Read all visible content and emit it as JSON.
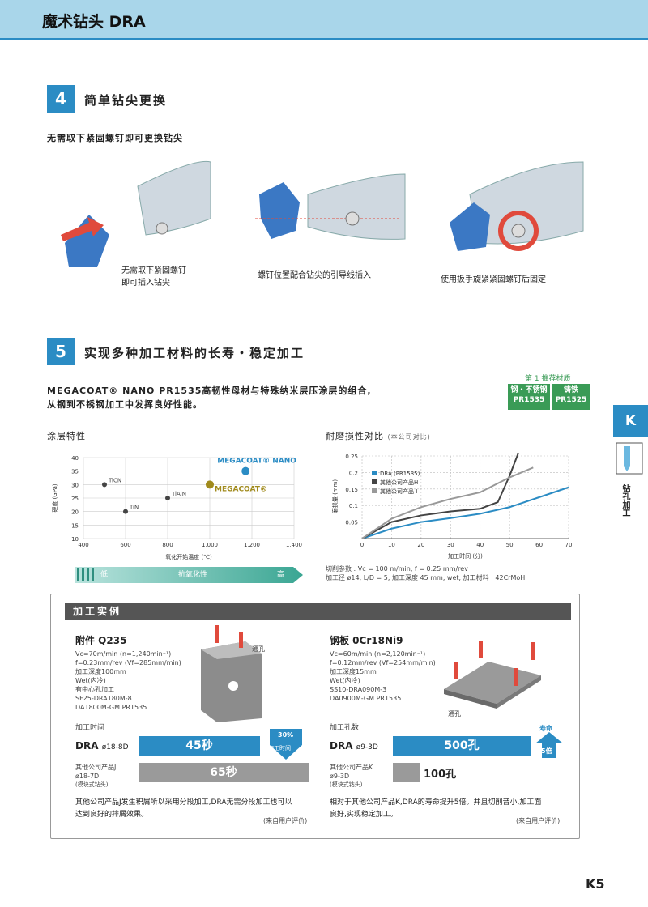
{
  "header": {
    "title": "魔术钻头 DRA"
  },
  "section4": {
    "num": "4",
    "title": "简单钻尖更换",
    "subtitle": "无需取下紧固螺钉即可更换钻尖",
    "captions": [
      "无需取下紧固螺钉",
      "即可插入钻尖",
      "螺钉位置配合钻尖的引导线插入",
      "使用扳手旋紧紧固螺钉后固定"
    ]
  },
  "section5": {
    "num": "5",
    "title": "实现多种加工材料的长寿・稳定加工",
    "desc1": "MEGACOAT® NANO PR1535高韧性母材与特殊纳米层压涂层的组合,",
    "desc2": "从钢到不锈钢加工中发挥良好性能。",
    "rec_label": "第 1 推荐材质",
    "rec": [
      {
        "top": "钢・不锈钢",
        "bottom": "PR1535"
      },
      {
        "top": "铸铁",
        "bottom": "PR1525"
      }
    ]
  },
  "side": {
    "tab": "K",
    "text": "钻孔加工"
  },
  "chart_data": [
    {
      "type": "scatter",
      "title": "涂层特性",
      "xlabel": "氧化开始温度 (℃)",
      "ylabel": "硬度 (GPa)",
      "xlim": [
        400,
        1400
      ],
      "ylim": [
        10,
        40
      ],
      "xticks": [
        "400",
        "600",
        "800",
        "1,000",
        "1,200",
        "1,400"
      ],
      "yticks": [
        "10",
        "15",
        "20",
        "25",
        "30",
        "35",
        "40"
      ],
      "points": [
        {
          "name": "TiCN",
          "x": 500,
          "y": 30
        },
        {
          "name": "TiN",
          "x": 600,
          "y": 20
        },
        {
          "name": "TiAlN",
          "x": 800,
          "y": 25
        },
        {
          "name": "MEGACOAT®",
          "x": 1000,
          "y": 30
        },
        {
          "name": "MEGACOAT® NANO",
          "x": 1170,
          "y": 35
        }
      ],
      "colors": {
        "TiCN": "#444444",
        "TiN": "#444444",
        "TiAlN": "#444444",
        "MEGACOAT®": "#a08a1c",
        "MEGACOAT® NANO": "#2b8cc4"
      }
    },
    {
      "type": "line",
      "title": "耐磨损性对比",
      "subtitle": "(本公司对比)",
      "xlabel": "加工时间 (分)",
      "ylabel": "磨损量 (mm)",
      "xlim": [
        0,
        70
      ],
      "ylim": [
        0,
        0.25
      ],
      "xticks": [
        "0",
        "10",
        "20",
        "30",
        "40",
        "50",
        "60",
        "70"
      ],
      "yticks": [
        "0.05",
        "0.1",
        "0.15",
        "0.2",
        "0.25"
      ],
      "series": [
        {
          "name": "DRA (PR1535)",
          "color": "#2b8cc4",
          "x": [
            0,
            10,
            20,
            30,
            40,
            50,
            60,
            70
          ],
          "y": [
            0,
            0.03,
            0.05,
            0.062,
            0.075,
            0.095,
            0.125,
            0.155
          ]
        },
        {
          "name": "其他公司产品H",
          "color": "#444444",
          "x": [
            0,
            10,
            20,
            30,
            40,
            46,
            50,
            53
          ],
          "y": [
            0,
            0.05,
            0.07,
            0.082,
            0.09,
            0.11,
            0.19,
            0.26
          ]
        },
        {
          "name": "其他公司产品 I",
          "color": "#999999",
          "x": [
            0,
            10,
            20,
            30,
            40,
            50,
            58
          ],
          "y": [
            0,
            0.06,
            0.095,
            0.12,
            0.14,
            0.185,
            0.215
          ]
        }
      ]
    }
  ],
  "oxidation": {
    "low": "低",
    "mid": "抗氧化性",
    "high": "高"
  },
  "cond": [
    "切削参数 : Vc = 100 m/min, f = 0.25 mm/rev",
    "加工径 ø14, L/D = 5, 加工深度 45 mm, wet, 加工材料 : 42CrMoH"
  ],
  "example": {
    "title": "加工实例",
    "left": {
      "title": "附件 Q235",
      "params": [
        "Vc=70m/min (n=1,240min⁻¹)",
        "f=0.23mm/rev (Vf=285mm/min)",
        "加工深度100mm",
        "Wet(内冷)",
        "有中心孔加工",
        "SF25-DRA180M-8",
        "DA1800M-GM PR1535"
      ],
      "through": "通孔",
      "metric": "加工时间",
      "dra": "DRA",
      "dra_sub": "ø18-8D",
      "dra_val": "45秒",
      "other1": "其他公司产品J",
      "other2": "ø18-7D",
      "other3": "(模块式钻头)",
      "other_val": "65秒",
      "badge_pct": "30%",
      "badge_txt": "加工时间",
      "note1": "其他公司产品J发生积屑所以采用分段加工,DRA无需分段加工也可以",
      "note2": "达到良好的排屑效果。",
      "eval": "(来自用户评价)"
    },
    "right": {
      "title": "钢板 0Cr18Ni9",
      "params": [
        "Vc=60m/min (n=2,120min⁻¹)",
        "f=0.12mm/rev (Vf=254mm/min)",
        "加工深度15mm",
        "Wet(内冷)",
        "SS10-DRA090M-3",
        "DA0900M-GM PR1535"
      ],
      "through": "通孔",
      "metric": "加工孔数",
      "dra": "DRA",
      "dra_sub": "ø9-3D",
      "dra_val": "500孔",
      "other1": "其他公司产品K",
      "other2": "ø9-3D",
      "other3": "(模块式钻头)",
      "other_val": "100孔",
      "life": "寿命",
      "times": "5倍",
      "note1": "相对于其他公司产品K,DRA的寿命提升5倍。并且切削音小,加工面",
      "note2": "良好,实现稳定加工。",
      "eval": "(来自用户评价)"
    }
  },
  "page": "K5"
}
